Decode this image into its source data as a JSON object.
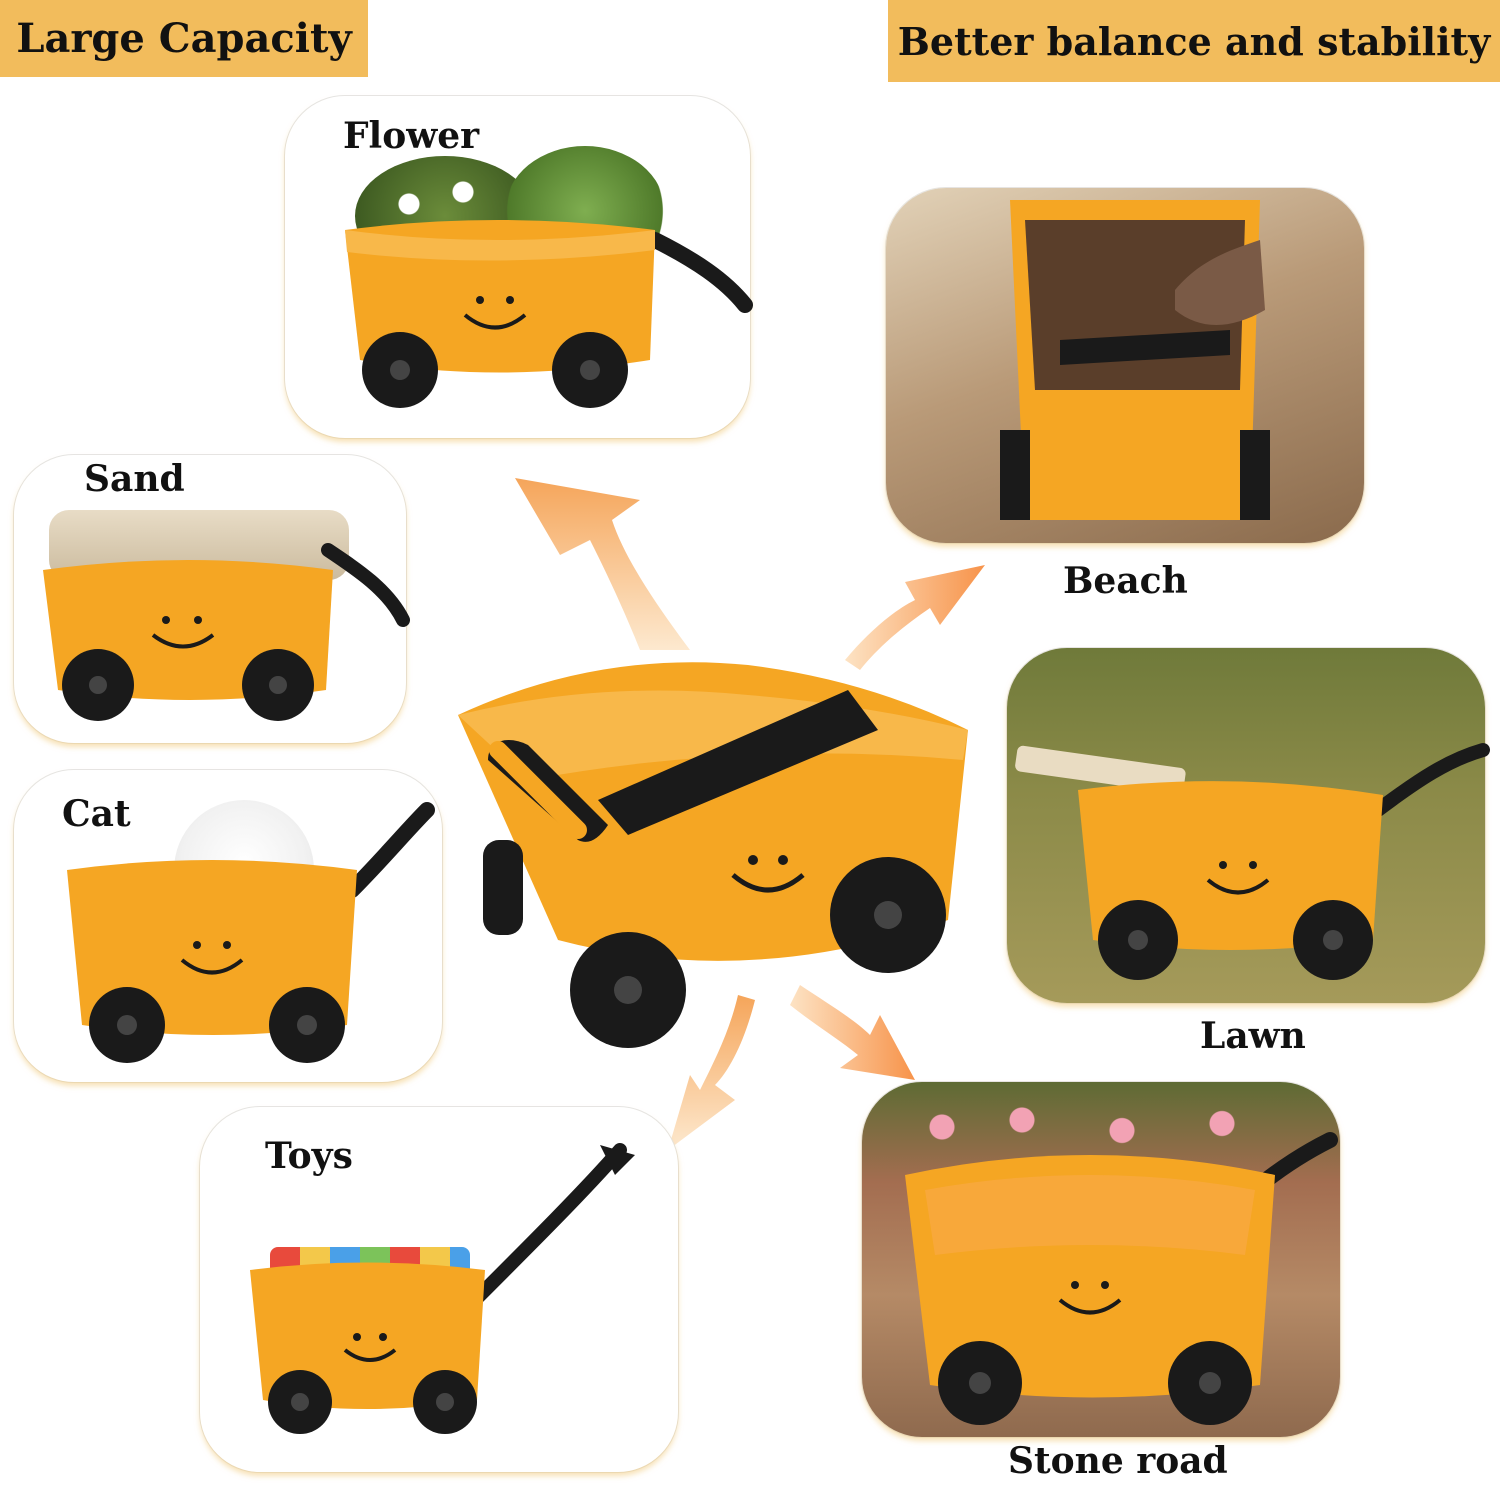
{
  "banners": {
    "left": "Large Capacity",
    "right": "Better balance and stability"
  },
  "scenes": {
    "flower": "Flower",
    "sand": "Sand",
    "cat": "Cat",
    "toys": "Toys",
    "beach": "Beach",
    "lawn": "Lawn",
    "stone_road": "Stone road"
  },
  "colors": {
    "banner": "#f2bc5c",
    "wagon_body": "#f5a623",
    "wagon_wheel": "#1a1a1a",
    "arrow": "#f7b26a"
  }
}
